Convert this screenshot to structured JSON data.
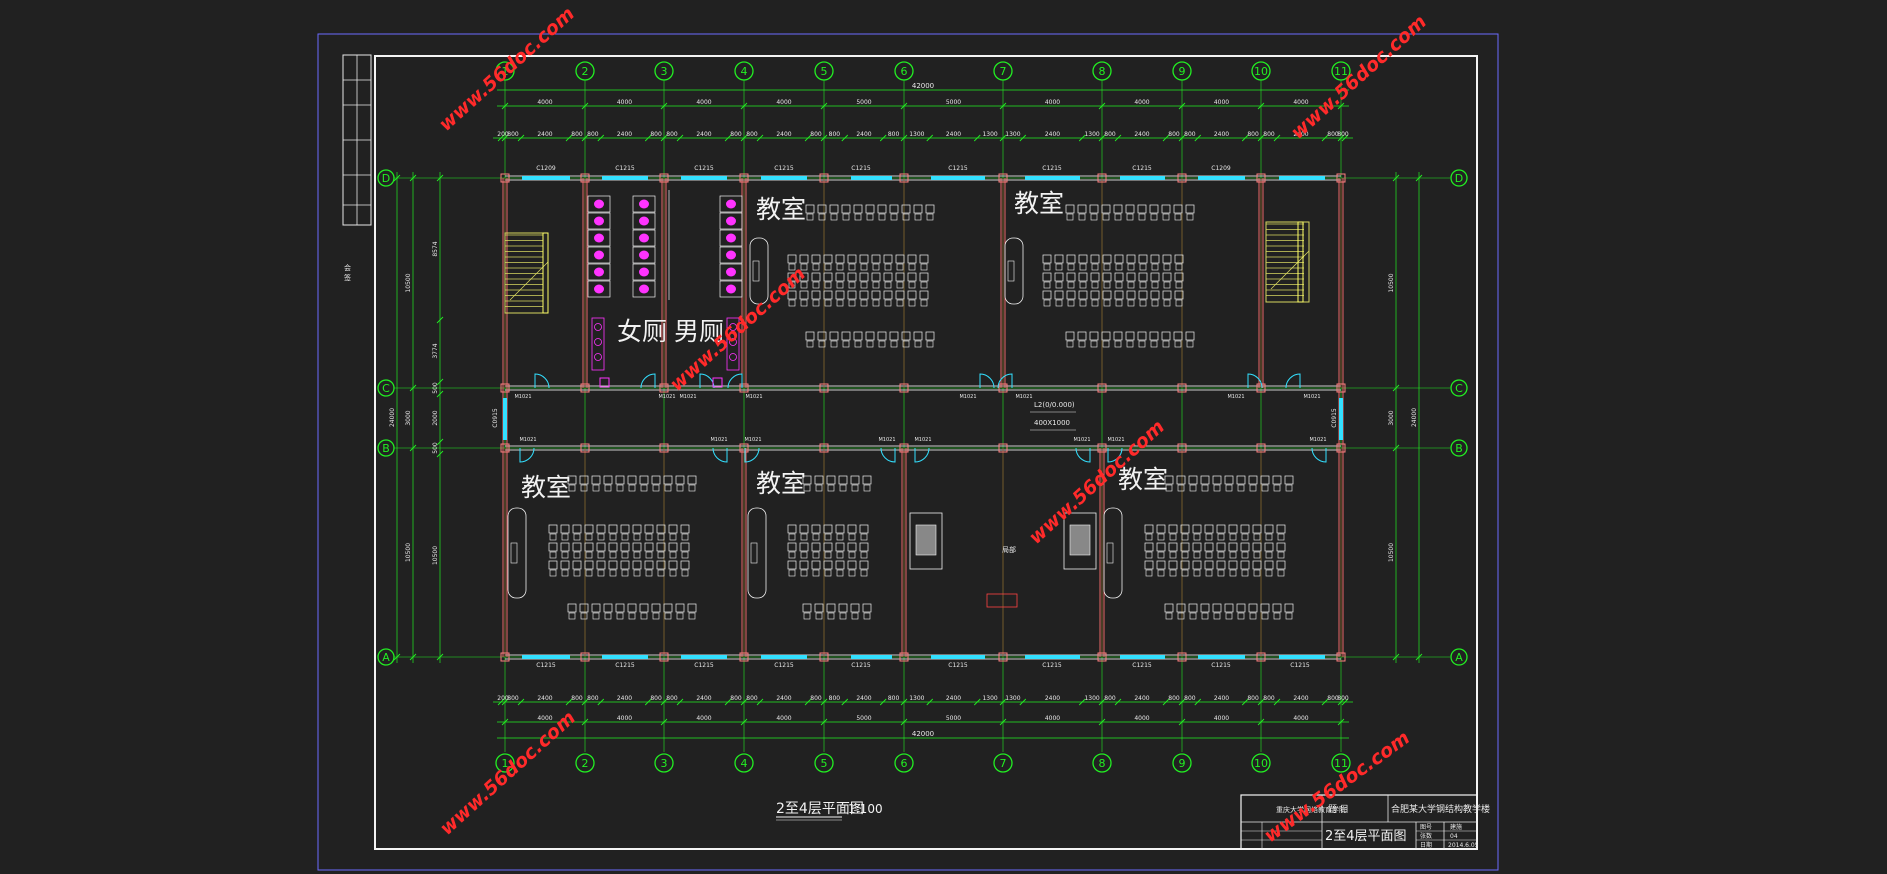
{
  "title": {
    "text": "2至4层平面图",
    "scale": "1:100"
  },
  "axes": {
    "columns": [
      "1",
      "2",
      "3",
      "4",
      "5",
      "6",
      "7",
      "8",
      "9",
      "10",
      "11"
    ],
    "rows": [
      "D",
      "C",
      "B",
      "A"
    ]
  },
  "dims": {
    "top_bays": [
      "4000",
      "4000",
      "4000",
      "4000",
      "5000",
      "5000",
      "4000",
      "4000",
      "4000",
      "4000"
    ],
    "bottom_bays": [
      "4000",
      "4000",
      "4000",
      "4000",
      "5000",
      "5000",
      "4000",
      "4000",
      "4000",
      "4000"
    ],
    "overall_top": "42000",
    "overall_bottom": "42000",
    "top_details": [
      "200",
      "800",
      "2400",
      "800",
      "800",
      "2400",
      "800",
      "800",
      "2400",
      "800",
      "800",
      "2400",
      "800",
      "800",
      "2400",
      "800",
      "1300",
      "2400",
      "1300",
      "1300",
      "2400",
      "1300",
      "800",
      "2400",
      "800",
      "800",
      "2400",
      "800",
      "800",
      "2400",
      "800",
      "800",
      "2400",
      "800",
      "200"
    ],
    "bottom_details": [
      "200",
      "800",
      "2400",
      "800",
      "800",
      "2400",
      "800",
      "800",
      "2400",
      "800",
      "800",
      "2400",
      "800",
      "800",
      "2400",
      "800",
      "1300",
      "2400",
      "1300",
      "1300",
      "2400",
      "1300",
      "800",
      "2400",
      "800",
      "800",
      "2400",
      "800",
      "800",
      "2400",
      "800",
      "800",
      "2400",
      "800",
      "200"
    ],
    "left_outer": [
      "10500",
      "3000",
      "10500"
    ],
    "left_total": "24000",
    "left_inner": [
      "8574",
      "3774",
      "500",
      "2000",
      "500",
      "10500"
    ],
    "right_outer": [
      "10500",
      "3000",
      "10500"
    ],
    "right_total": "24000"
  },
  "windows": {
    "top": [
      "C1209",
      "C1215",
      "C1215",
      "C1215",
      "C1215",
      "C1215",
      "C1215",
      "C1215",
      "C1209"
    ],
    "bottom": [
      "C1215",
      "C1215",
      "C1215",
      "C1215",
      "C1215",
      "C1215",
      "C1215",
      "C1215",
      "C1215",
      "C1215"
    ],
    "side_left": "C0915",
    "side_right": "C0915"
  },
  "doors": {
    "upper": [
      "M1021",
      "M1021",
      "M1021",
      "M1021",
      "M1021",
      "M1021",
      "M1021",
      "M1021"
    ],
    "lower": [
      "M1021",
      "M1021",
      "M1021",
      "M1021",
      "M1021",
      "M1021",
      "M1021",
      "M1021"
    ]
  },
  "rooms": {
    "classroom": "教室",
    "womens": "女厕",
    "mens": "男厕",
    "hall_note": "局部",
    "beam_note_1": "L2(0/0.000)",
    "beam_note_2": "400X1000"
  },
  "title_block": {
    "school": "重庆大学网络教育学院",
    "label_topic": "题 目",
    "project": "合肥某大学钢结构教学楼",
    "drawing_name": "2至4层平面图",
    "cells": [
      "图号",
      "建施",
      "张数",
      "04",
      "日期",
      "2014.6.05"
    ]
  },
  "side_stamp": [
    "会",
    "签"
  ],
  "watermark": "www.56doc.com"
}
